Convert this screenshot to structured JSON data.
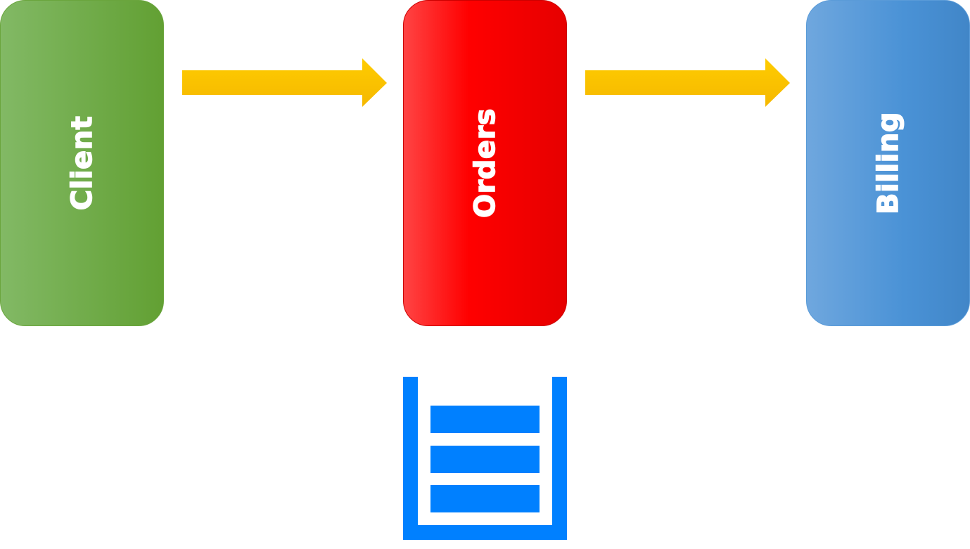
{
  "diagram": {
    "nodes": [
      {
        "id": "client",
        "label": "Client",
        "color": "#6aa53d"
      },
      {
        "id": "orders",
        "label": "Orders",
        "color": "#ff0000"
      },
      {
        "id": "billing",
        "label": "Billing",
        "color": "#4a92d6"
      }
    ],
    "edges": [
      {
        "from": "client",
        "to": "orders",
        "color": "#ffc20e"
      },
      {
        "from": "orders",
        "to": "billing",
        "color": "#ffc20e"
      }
    ],
    "queue": {
      "icon": "queue-stack-icon",
      "color": "#0080ff"
    }
  }
}
